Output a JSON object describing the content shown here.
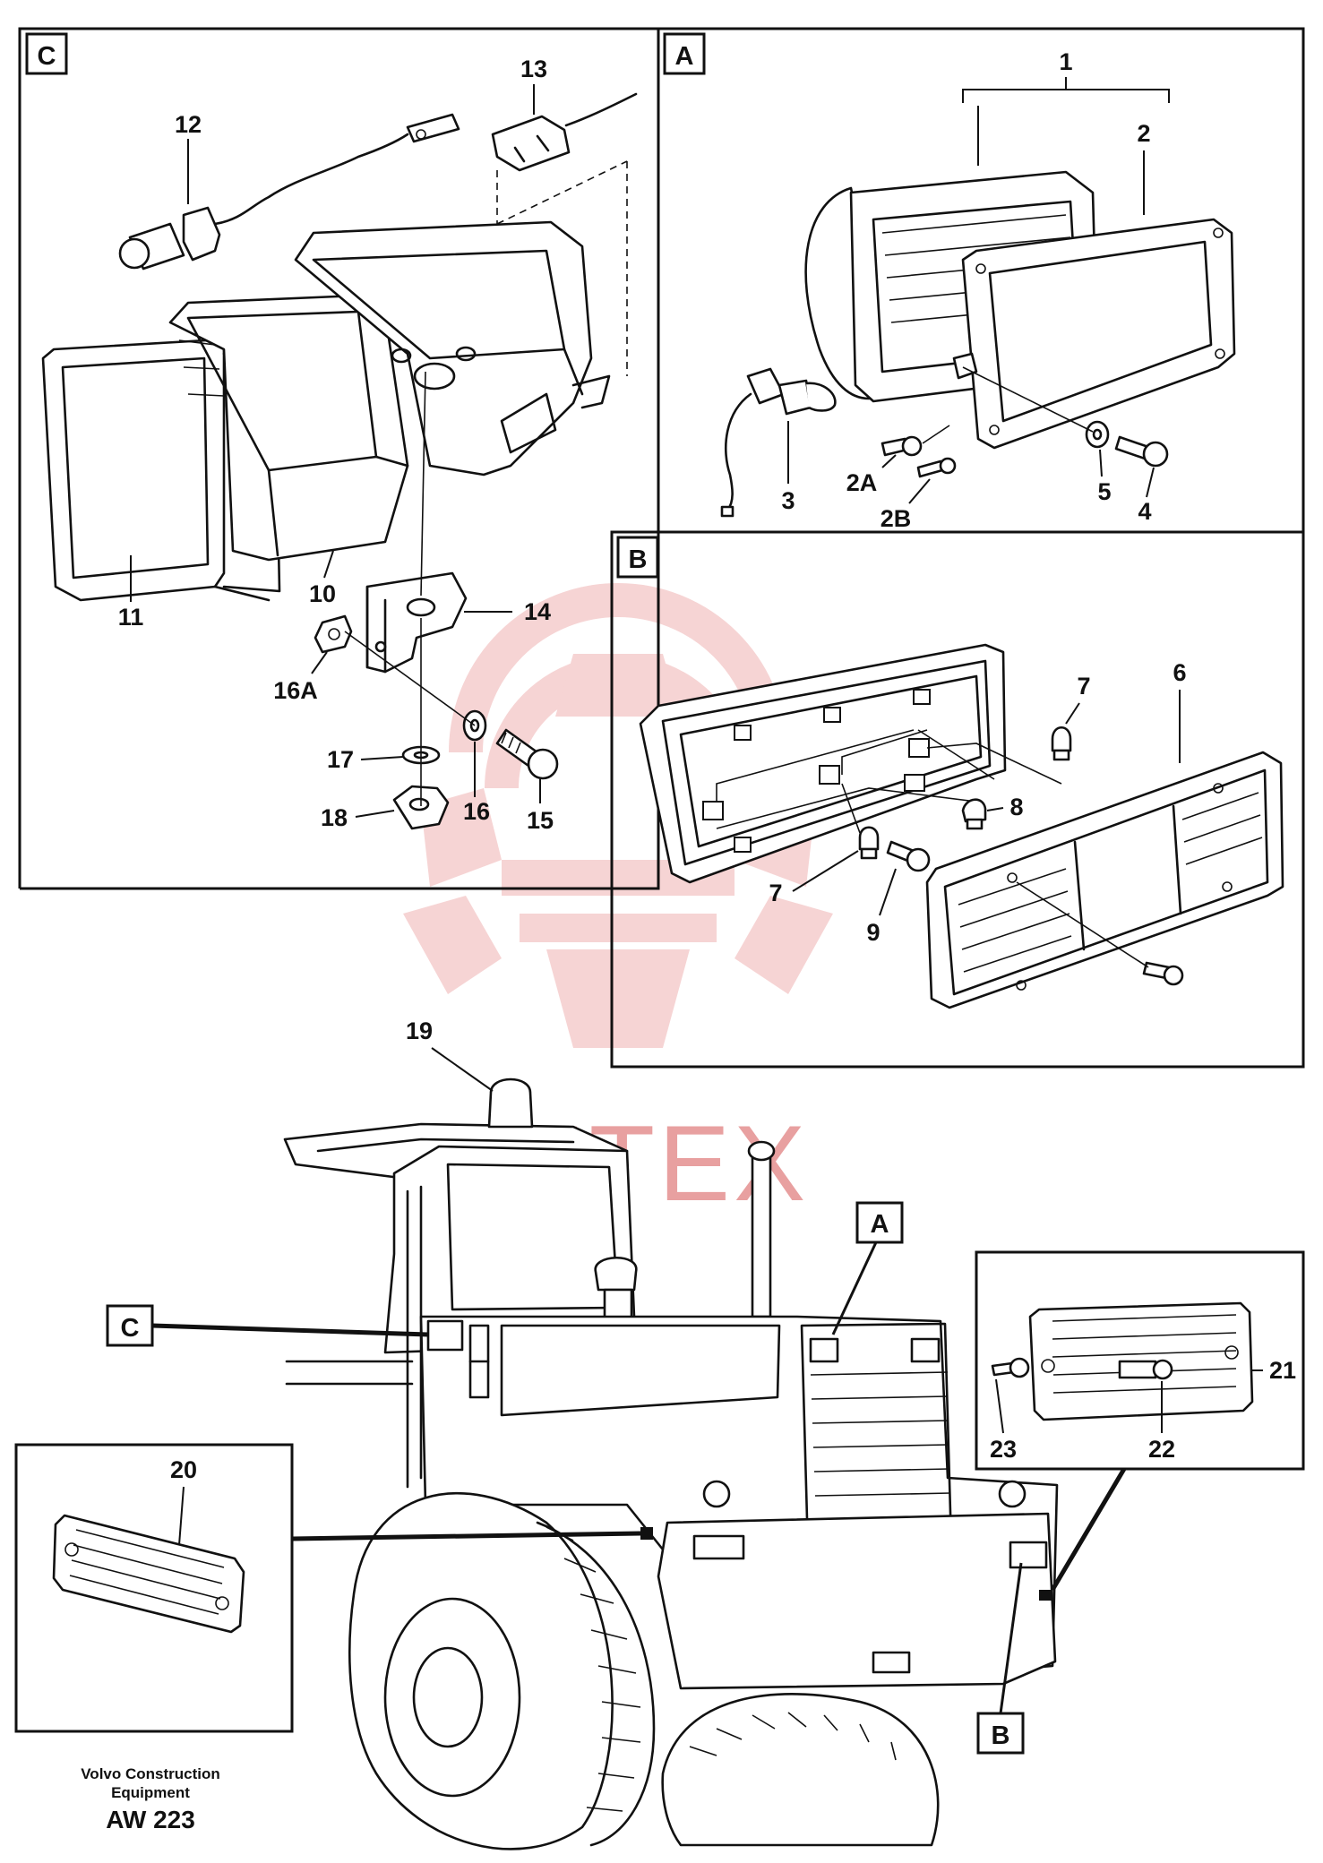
{
  "panels": {
    "A": "A",
    "B": "B",
    "C": "C"
  },
  "callouts": {
    "c1": "1",
    "c2": "2",
    "c2a": "2A",
    "c2b": "2B",
    "c3": "3",
    "c4": "4",
    "c5": "5",
    "c6": "6",
    "c7a": "7",
    "c7b": "7",
    "c8": "8",
    "c9": "9",
    "c10": "10",
    "c11": "11",
    "c12": "12",
    "c13": "13",
    "c14": "14",
    "c15": "15",
    "c16": "16",
    "c16a": "16A",
    "c17": "17",
    "c18": "18",
    "c19": "19",
    "c20": "20",
    "c21": "21",
    "c22": "22",
    "c23": "23"
  },
  "machine_tags": {
    "A": "A",
    "B": "B",
    "C": "C"
  },
  "watermark": {
    "text": "ИНТЕХ",
    "color": "#e8a0a0"
  },
  "footer": {
    "line1": "Volvo Construction",
    "line2": "Equipment",
    "code": "AW 223"
  }
}
